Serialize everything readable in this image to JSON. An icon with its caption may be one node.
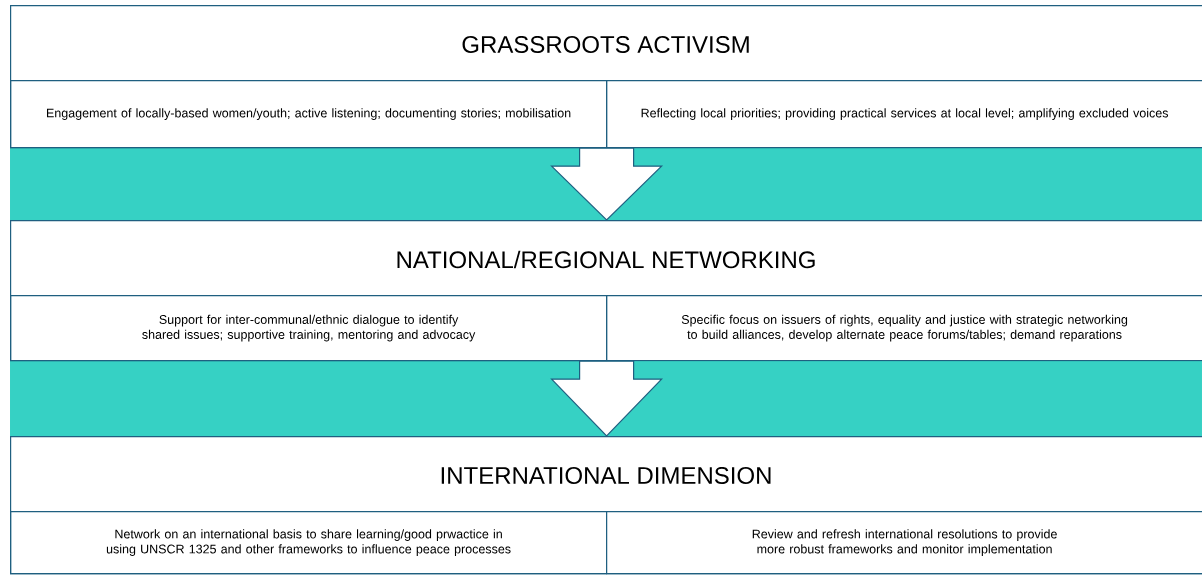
{
  "diagram": {
    "nodes": [
      {
        "text": [
          "GRASSROOTS ACTIVISM"
        ]
      },
      {
        "text": [
          "Engagement of locally-based women/youth; active listening; documenting stories; mobilisation"
        ],
        "in": 0
      },
      {
        "text": [
          "Reflecting local priorities; providing practical services at local level; amplifying excluded voices"
        ],
        "in": 0
      },
      {
        "text": [
          "NATIONAL/REGIONAL NETWORKING"
        ]
      },
      {
        "text": [
          "Support for inter-communal/ethnic dialogue to identify shared issues; supportive training, mentoring and advocacy"
        ],
        "in": 3
      },
      {
        "text": [
          "Specific focus on issuers of rights, equality and justice with strategic networking to build alliances, develop alternate peace forums/tables; demand reparations"
        ],
        "in": 3
      },
      {
        "text": [
          "INTERNATIONAL DIMENSION"
        ]
      },
      {
        "text": [
          "Network on an international basis to share learning/good prwactice in using UNSCR 1325 and other frameworks to influence peace processes"
        ],
        "in": 6
      },
      {
        "text": [
          "Review and refresh international resolutions to provide more robust frameworks and monitor implementation"
        ],
        "in": 6
      }
    ],
    "edges": [
      {
        "from": 0,
        "to": 3,
        "arrow": "to"
      },
      {
        "from": 3,
        "to": 6,
        "arrow": "to"
      }
    ]
  }
}
